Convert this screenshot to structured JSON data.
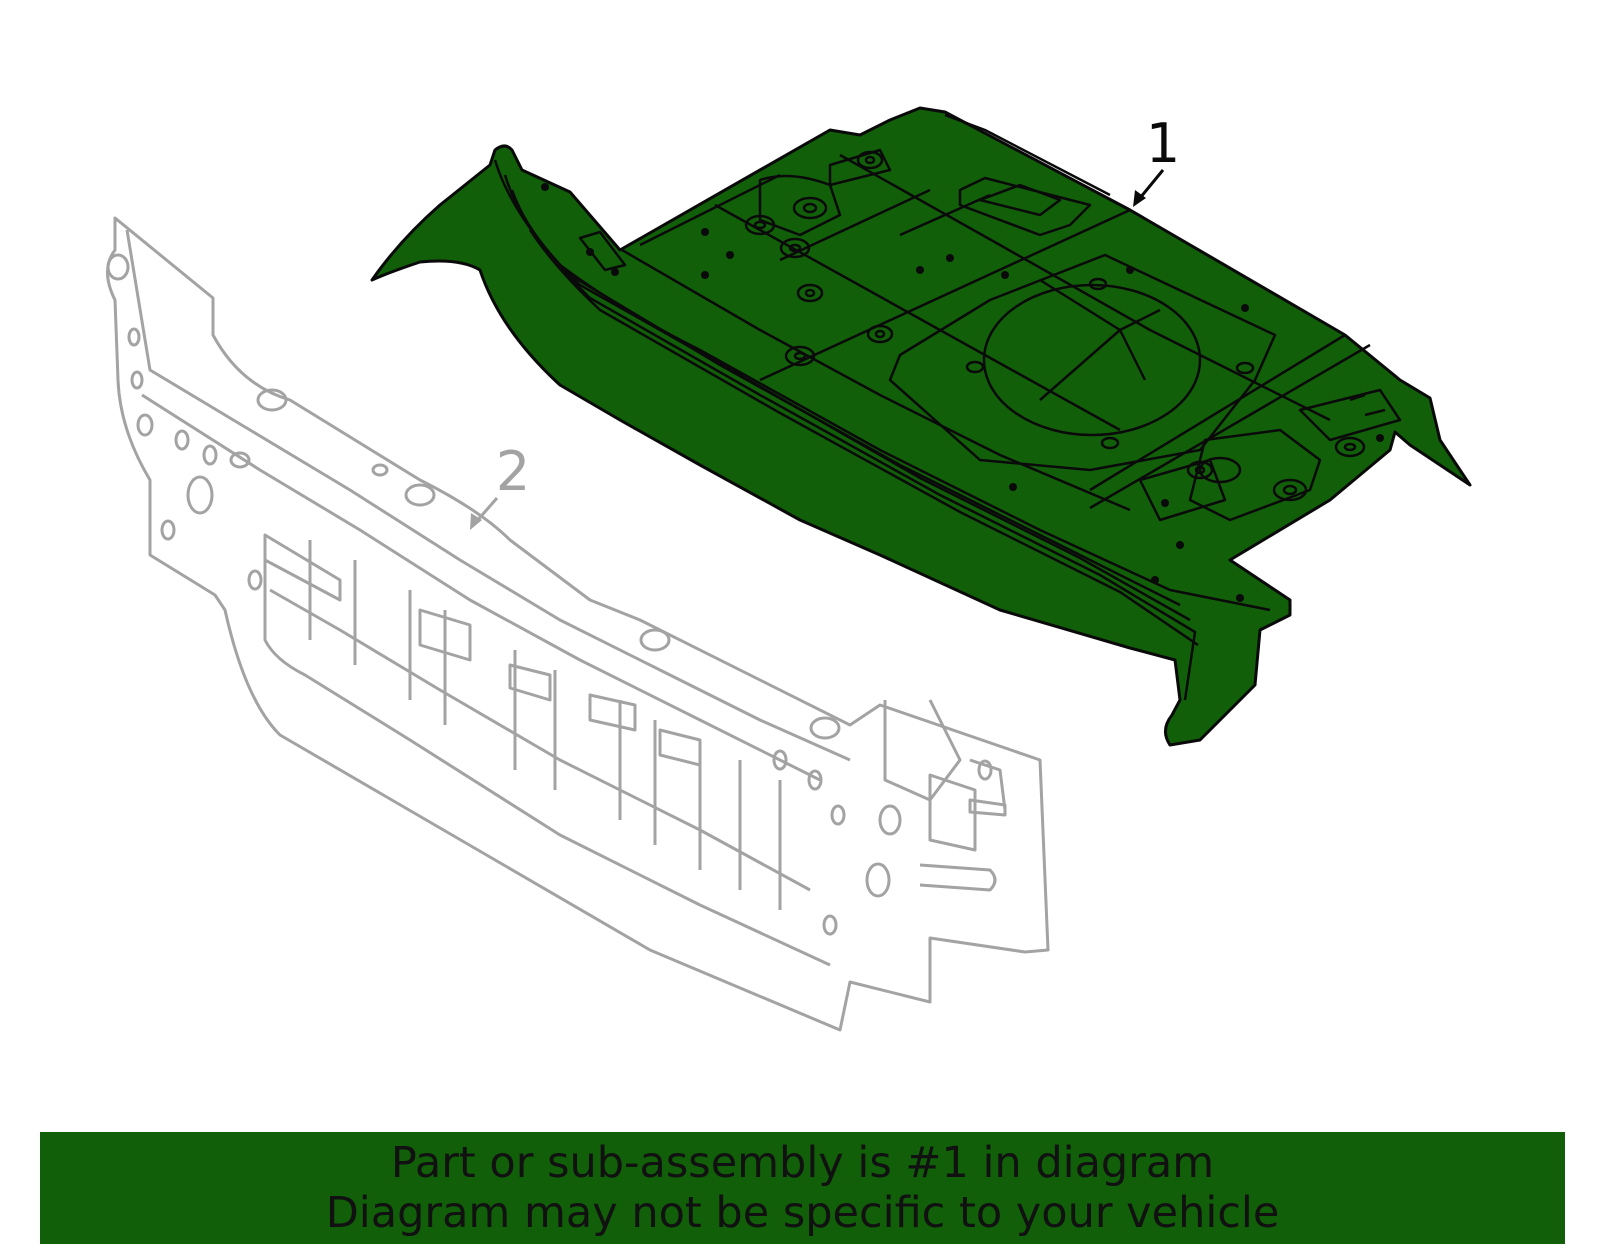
{
  "diagram": {
    "callouts": [
      {
        "label": "1",
        "part": "floor-pan-highlighted"
      },
      {
        "label": "2",
        "part": "rear-body-panel"
      }
    ]
  },
  "banner": {
    "line1": "Part or sub-assembly is #1 in diagram",
    "line2": "Diagram may not be specific to your vehicle"
  },
  "colors": {
    "highlight_fill": "#125f0a",
    "highlight_stroke": "#0a0a0a",
    "ghost_stroke": "#a3a3a3",
    "banner_bg": "#125f0a",
    "banner_text": "#111111"
  }
}
